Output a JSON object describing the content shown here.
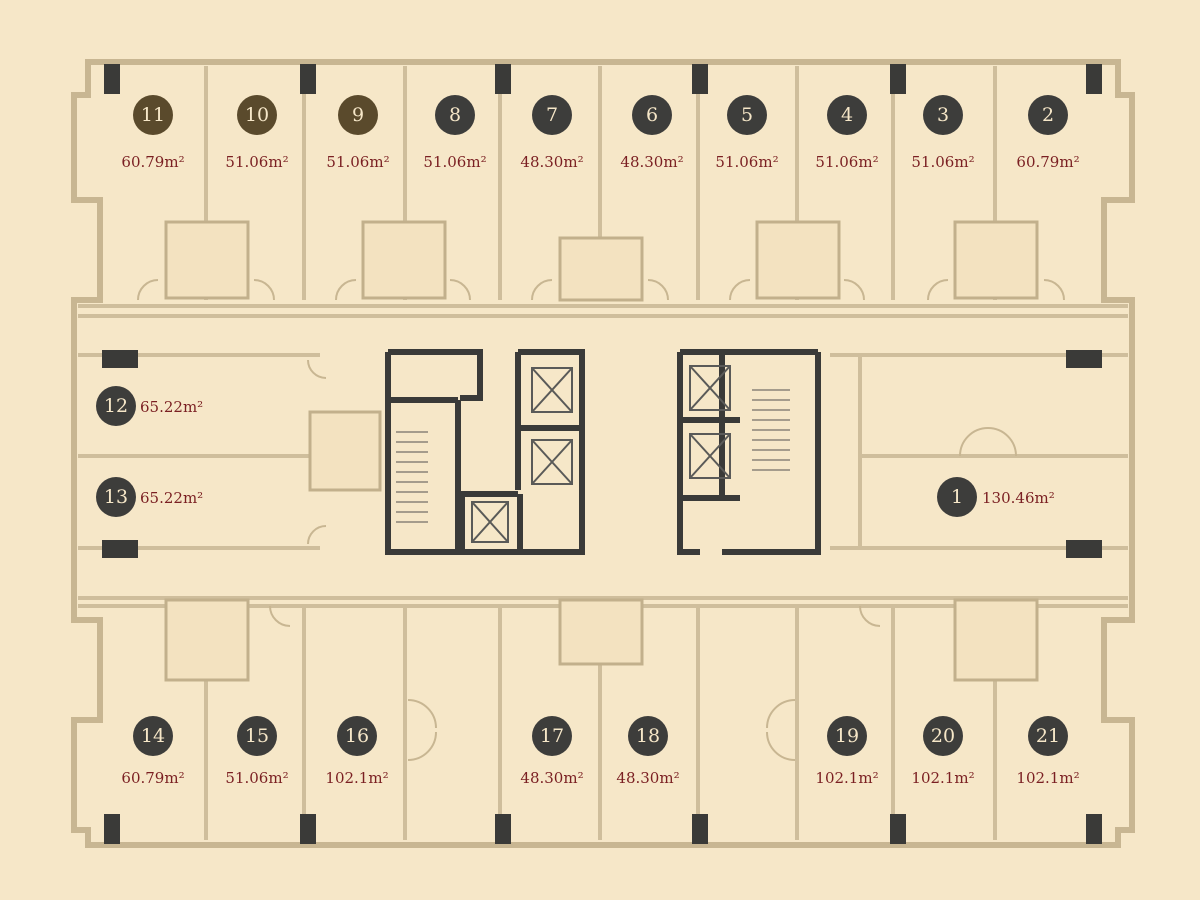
{
  "colors": {
    "background": "#f6e7c8",
    "wall": "#c8b692",
    "core_wall": "#3a3a38",
    "pillar": "#3a3a38",
    "badge_dark": "#3d3d3b",
    "badge_olive": "#5a4a2c",
    "area_text": "#7a1f22"
  },
  "units": [
    {
      "id": "u1",
      "number": "1",
      "area": "130.46m²",
      "badge": "badge_dark"
    },
    {
      "id": "u2",
      "number": "2",
      "area": "60.79m²",
      "badge": "badge_dark"
    },
    {
      "id": "u3",
      "number": "3",
      "area": "51.06m²",
      "badge": "badge_dark"
    },
    {
      "id": "u4",
      "number": "4",
      "area": "51.06m²",
      "badge": "badge_dark"
    },
    {
      "id": "u5",
      "number": "5",
      "area": "51.06m²",
      "badge": "badge_dark"
    },
    {
      "id": "u6",
      "number": "6",
      "area": "48.30m²",
      "badge": "badge_dark"
    },
    {
      "id": "u7",
      "number": "7",
      "area": "48.30m²",
      "badge": "badge_dark"
    },
    {
      "id": "u8",
      "number": "8",
      "area": "51.06m²",
      "badge": "badge_dark"
    },
    {
      "id": "u9",
      "number": "9",
      "area": "51.06m²",
      "badge": "badge_olive"
    },
    {
      "id": "u10",
      "number": "10",
      "area": "51.06m²",
      "badge": "badge_olive"
    },
    {
      "id": "u11",
      "number": "11",
      "area": "60.79m²",
      "badge": "badge_olive"
    },
    {
      "id": "u12",
      "number": "12",
      "area": "65.22m²",
      "badge": "badge_dark"
    },
    {
      "id": "u13",
      "number": "13",
      "area": "65.22m²",
      "badge": "badge_dark"
    },
    {
      "id": "u14",
      "number": "14",
      "area": "60.79m²",
      "badge": "badge_dark"
    },
    {
      "id": "u15",
      "number": "15",
      "area": "51.06m²",
      "badge": "badge_dark"
    },
    {
      "id": "u16",
      "number": "16",
      "area": "102.1m²",
      "badge": "badge_dark"
    },
    {
      "id": "u17",
      "number": "17",
      "area": "48.30m²",
      "badge": "badge_dark"
    },
    {
      "id": "u18",
      "number": "18",
      "area": "48.30m²",
      "badge": "badge_dark"
    },
    {
      "id": "u19",
      "number": "19",
      "area": "102.1m²",
      "badge": "badge_dark"
    },
    {
      "id": "u20",
      "number": "20",
      "area": "102.1m²",
      "badge": "badge_dark"
    },
    {
      "id": "u21",
      "number": "21",
      "area": "102.1m²",
      "badge": "badge_dark"
    }
  ]
}
